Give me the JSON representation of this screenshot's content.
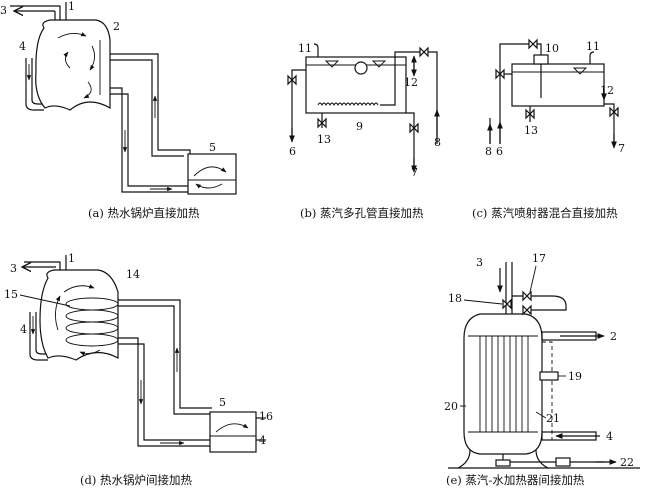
{
  "panels": {
    "a": {
      "caption": "(a) 热水锅炉直接加热",
      "labels": {
        "n1": "1",
        "n2": "2",
        "n3": "3",
        "n4": "4",
        "n5": "5"
      }
    },
    "b": {
      "caption": "(b) 蒸汽多孔管直接加热",
      "labels": {
        "n6": "6",
        "n7": "7",
        "n8": "8",
        "n9": "9",
        "n11": "11",
        "n12": "12",
        "n13": "13"
      }
    },
    "c": {
      "caption": "(c) 蒸汽喷射器混合直接加热",
      "labels": {
        "n6": "6",
        "n7": "7",
        "n8": "8",
        "n10": "10",
        "n11": "11",
        "n12": "12",
        "n13": "13"
      }
    },
    "d": {
      "caption": "(d) 热水锅炉间接加热",
      "labels": {
        "n1": "1",
        "n3": "3",
        "n4": "4",
        "n4b": "4",
        "n5": "5",
        "n14": "14",
        "n15": "15",
        "n16": "16"
      }
    },
    "e": {
      "caption": "(e) 蒸汽-水加热器间接加热",
      "labels": {
        "n2": "2",
        "n3": "3",
        "n4": "4",
        "n17": "17",
        "n18": "18",
        "n19": "19",
        "n20": "20",
        "n21": "21",
        "n22": "22"
      }
    }
  },
  "colors": {
    "ink": "#111111",
    "background": "#ffffff"
  }
}
